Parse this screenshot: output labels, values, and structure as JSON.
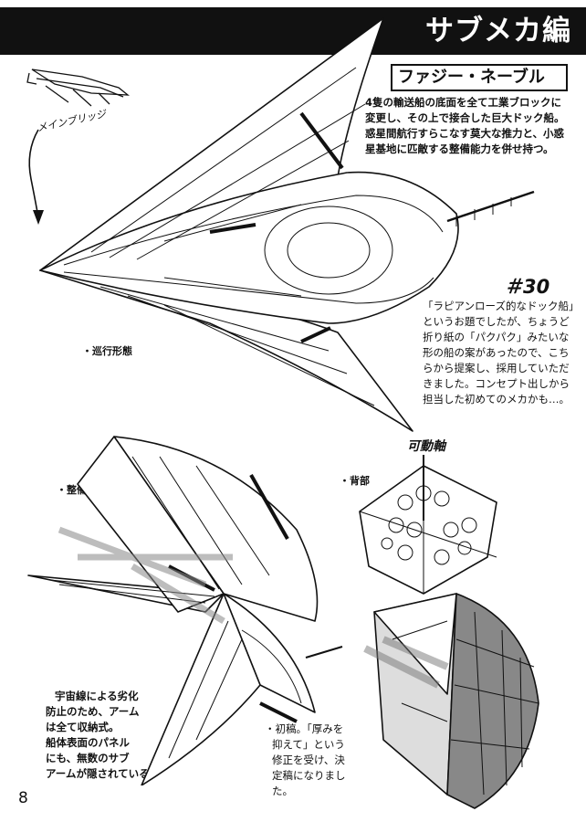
{
  "header": {
    "section_title": "サブメカ編"
  },
  "craft": {
    "name": "ファジー・ネーブル"
  },
  "description_lines": [
    "4隻の輸送船の底面を全て工業ブロックに",
    "変更し、その上で接合した巨大ドック船。",
    "惑星間航行すらこなす莫大な推力と、小惑",
    "星基地に匹敵する整備能力を併せ持つ。"
  ],
  "labels": {
    "main_bridge": "メインブリッジ",
    "pivot_axis": "可動軸",
    "cruise_form": "・巡行形態",
    "maintenance_form": "・整備形態",
    "back": "・背部"
  },
  "designer_note": {
    "number": "＃30",
    "lines": [
      "「ラピアンローズ的なドック船」",
      "というお題でしたが、ちょうど",
      "折り紙の「パクパク」みたいな",
      "形の船の案があったので、こち",
      "らから提案し、採用していただ",
      "きました。コンセプト出しから",
      "担当した初めてのメカかも…。"
    ]
  },
  "side_note_lines": [
    "宇宙線による劣化",
    "防止のため、アーム",
    "は全て収納式。",
    "船体表面のパネル",
    "にも、無数のサブ",
    "アームが隠されている。"
  ],
  "draft_note_lines": [
    "・初稿。「厚みを",
    "抑えて」という",
    "修正を受け、決",
    "定稿になりまし",
    "た。"
  ],
  "page_number": "8"
}
